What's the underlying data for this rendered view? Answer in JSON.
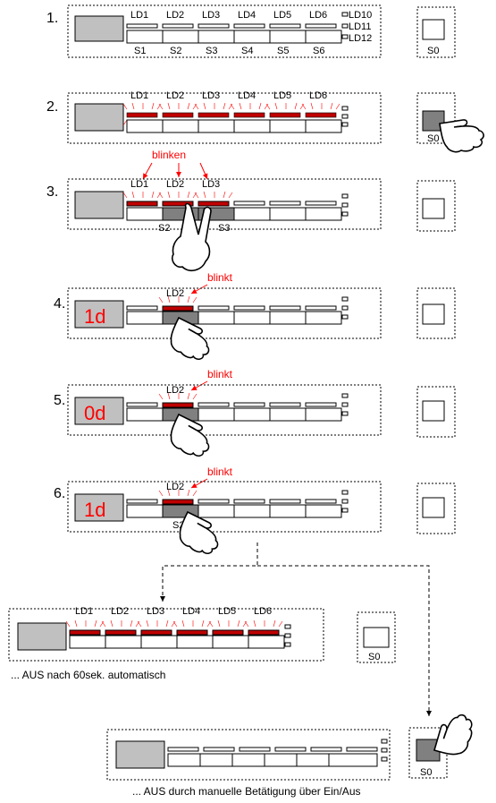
{
  "colors": {
    "led_red": "#ff0000",
    "led_dark": "#8b0000",
    "display_gray": "#c0c0c0",
    "pressed_gray": "#808080",
    "frame": "#000000"
  },
  "labels": {
    "led": [
      "LD1",
      "LD2",
      "LD3",
      "LD4",
      "LD5",
      "LD6"
    ],
    "side_led": [
      "LD10",
      "LD11",
      "LD12"
    ],
    "switch": [
      "S1",
      "S2",
      "S3",
      "S4",
      "S5",
      "S6"
    ],
    "s0": "S0",
    "blinken": "blinken",
    "blinkt": "blinkt"
  },
  "steps": [
    {
      "num": "1."
    },
    {
      "num": "2."
    },
    {
      "num": "3."
    },
    {
      "num": "4.",
      "display": "1d"
    },
    {
      "num": "5.",
      "display": "0d"
    },
    {
      "num": "6.",
      "display": "1d"
    }
  ],
  "captions": {
    "auto_off": "... AUS nach 60sek. automatisch",
    "manual_off": "... AUS durch manuelle Betätigung über Ein/Aus"
  }
}
